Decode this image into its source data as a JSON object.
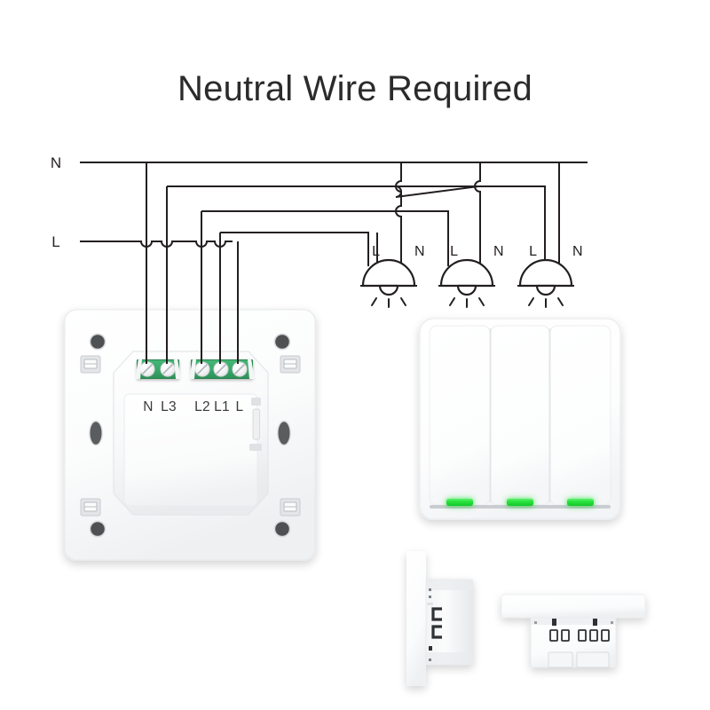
{
  "page": {
    "title": "Neutral Wire Required",
    "background": "#ffffff"
  },
  "colors": {
    "wire": "#231f20",
    "terminal_green": "#3aa869",
    "terminal_green_dark": "#2d8f56",
    "led_green": "#25e03a",
    "plate_white": "#ffffff",
    "plate_shadow": "#e8eaec",
    "screw_hole": "#4a4a4a",
    "text": "#2b2b2b"
  },
  "bus": {
    "neutral_label": "N",
    "live_label": "L"
  },
  "lamps": [
    {
      "live_label": "L",
      "neutral_label": "N"
    },
    {
      "live_label": "L",
      "neutral_label": "N"
    },
    {
      "live_label": "L",
      "neutral_label": "N"
    }
  ],
  "module": {
    "terminal_block_left": {
      "screw_count": 2,
      "labels": "N L3"
    },
    "terminal_block_right": {
      "screw_count": 3,
      "labels": "L2 L1 L"
    },
    "terminal_labels": [
      "N",
      "L3",
      "L2",
      "L1",
      "L"
    ]
  },
  "switch_panel": {
    "gang_count": 3,
    "indicator_count": 3,
    "indicator_color": "#25e03a"
  },
  "accessories": {
    "side_view_label": "switch-side-profile",
    "rear_view_label": "switch-rear-terminals"
  }
}
